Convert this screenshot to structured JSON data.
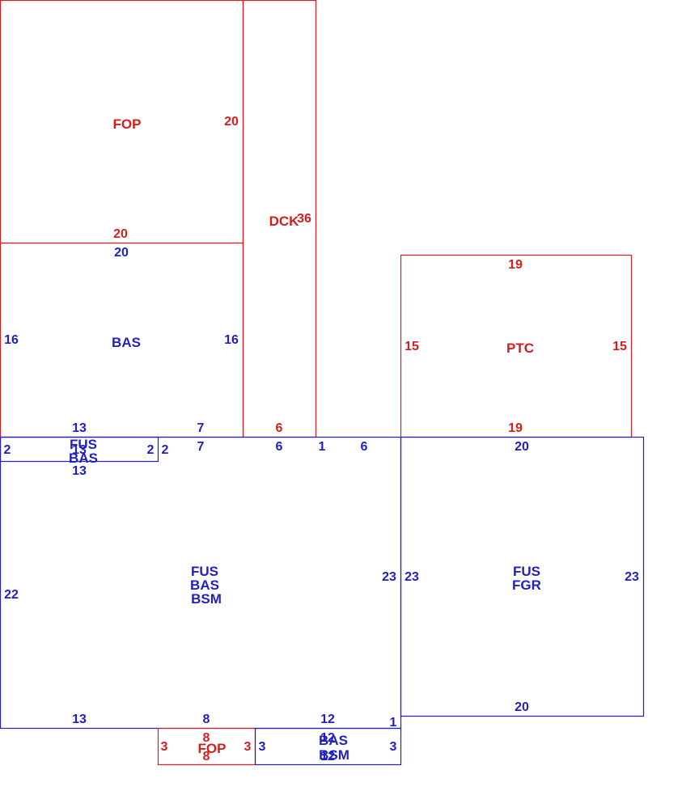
{
  "colors": {
    "red": "#d41e1e",
    "blue": "#1f1fc4",
    "background": "#ffffff"
  },
  "areas": {
    "fop_top": {
      "code": "FOP",
      "dim_right": "20",
      "dim_bottom": "20"
    },
    "dck": {
      "code": "DCK",
      "dim_right": "36",
      "dim_bottom": "6"
    },
    "bas_upper": {
      "code": "BAS",
      "dim_top": "20",
      "dim_left": "16",
      "dim_right": "16",
      "dim_bottom_left": "13",
      "dim_bottom_right": "7"
    },
    "fus_bas_small": {
      "code1": "FUS",
      "code2": "BAS",
      "dim_left": "2",
      "dim_right": "2",
      "dim_top": "13",
      "dim_bottom": "13",
      "dim_overlap": "13"
    },
    "main": {
      "code1": "FUS",
      "code2": "BAS",
      "code3": "BSM",
      "dim_left": "22",
      "dim_right": "23",
      "dim_top_a": "2",
      "dim_top_b": "7",
      "dim_top_c": "6",
      "dim_top_d": "1",
      "dim_top_e": "6",
      "dim_bottom_a": "13",
      "dim_bottom_b": "8",
      "dim_bottom_c": "12",
      "dim_bottom_d": "1"
    },
    "ptc": {
      "code": "PTC",
      "dim_top": "19",
      "dim_left": "15",
      "dim_right": "15",
      "dim_bottom": "19"
    },
    "fus_fgr": {
      "code1": "FUS",
      "code2": "FGR",
      "dim_top": "20",
      "dim_left": "23",
      "dim_right": "23",
      "dim_bottom": "20"
    },
    "fop_bottom": {
      "code": "FOP",
      "dim_left": "3",
      "dim_right": "3",
      "dim_top": "8",
      "dim_bottom": "8"
    },
    "bas_bsm_bottom": {
      "code1": "BAS",
      "code2": "BSM",
      "dim_left": "3",
      "dim_right": "3",
      "dim_top": "12",
      "dim_bottom": "12"
    }
  }
}
